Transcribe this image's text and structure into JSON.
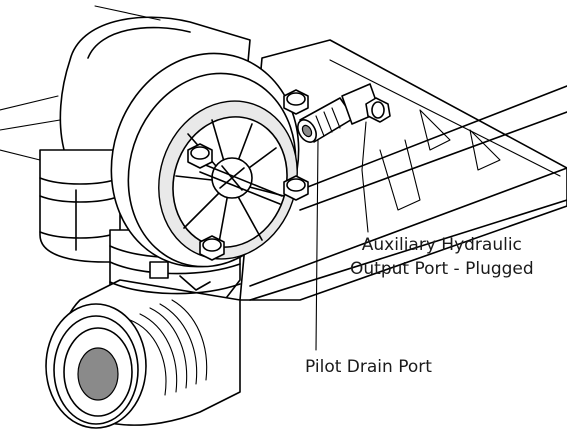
{
  "labels": {
    "aux_line1": "Auxiliary Hydraulic",
    "aux_line2": "Output Port - Plugged",
    "pilot": "Pilot Drain Port"
  }
}
